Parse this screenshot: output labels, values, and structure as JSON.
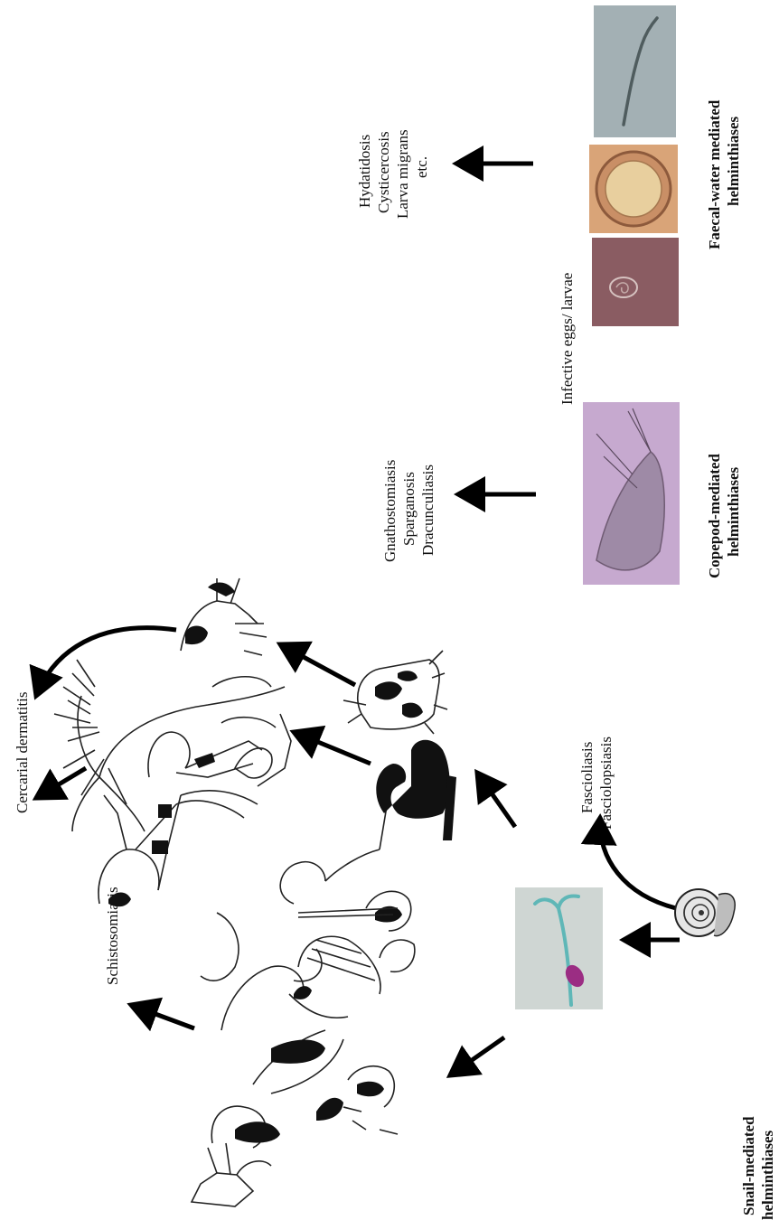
{
  "labels": {
    "schistosomiasis": "Schistosomiasis",
    "cercarial_dermatitis": "Cercarial dermatitis",
    "fascioliasis": "Fascioliasis",
    "fasciolopsiasis": "Fasciolopsiasis",
    "snail_mediated_1": "Snail-mediated",
    "snail_mediated_2": "helminthiases",
    "gnathostomiasis": "Gnathostomiasis",
    "sparganosis": "Sparganosis",
    "dracunculiasis": "Dracunculiasis",
    "copepod_mediated_1": "Copepod-mediated",
    "copepod_mediated_2": "helminthiases",
    "infective_eggs": "Infective eggs/ larvae",
    "hydatidosis": "Hydatidosis",
    "cysticercosis": "Cysticercosis",
    "larva_migrans": "Larva migrans",
    "etc": "etc.",
    "faecal_water_1": "Faecal-water mediated",
    "faecal_water_2": "helminthiases"
  },
  "colors": {
    "ink": "#111111",
    "cercaria_photo_bg": "#cfd6d3",
    "cercaria_tail": "#5fb7b7",
    "cercaria_body": "#9b2d83",
    "copepod_photo_bg": "#c6a9cf",
    "egg1_photo_bg": "#8a5c62",
    "egg2_photo_bg": "#d9a478",
    "larva_photo_bg": "#a3b0b4"
  }
}
